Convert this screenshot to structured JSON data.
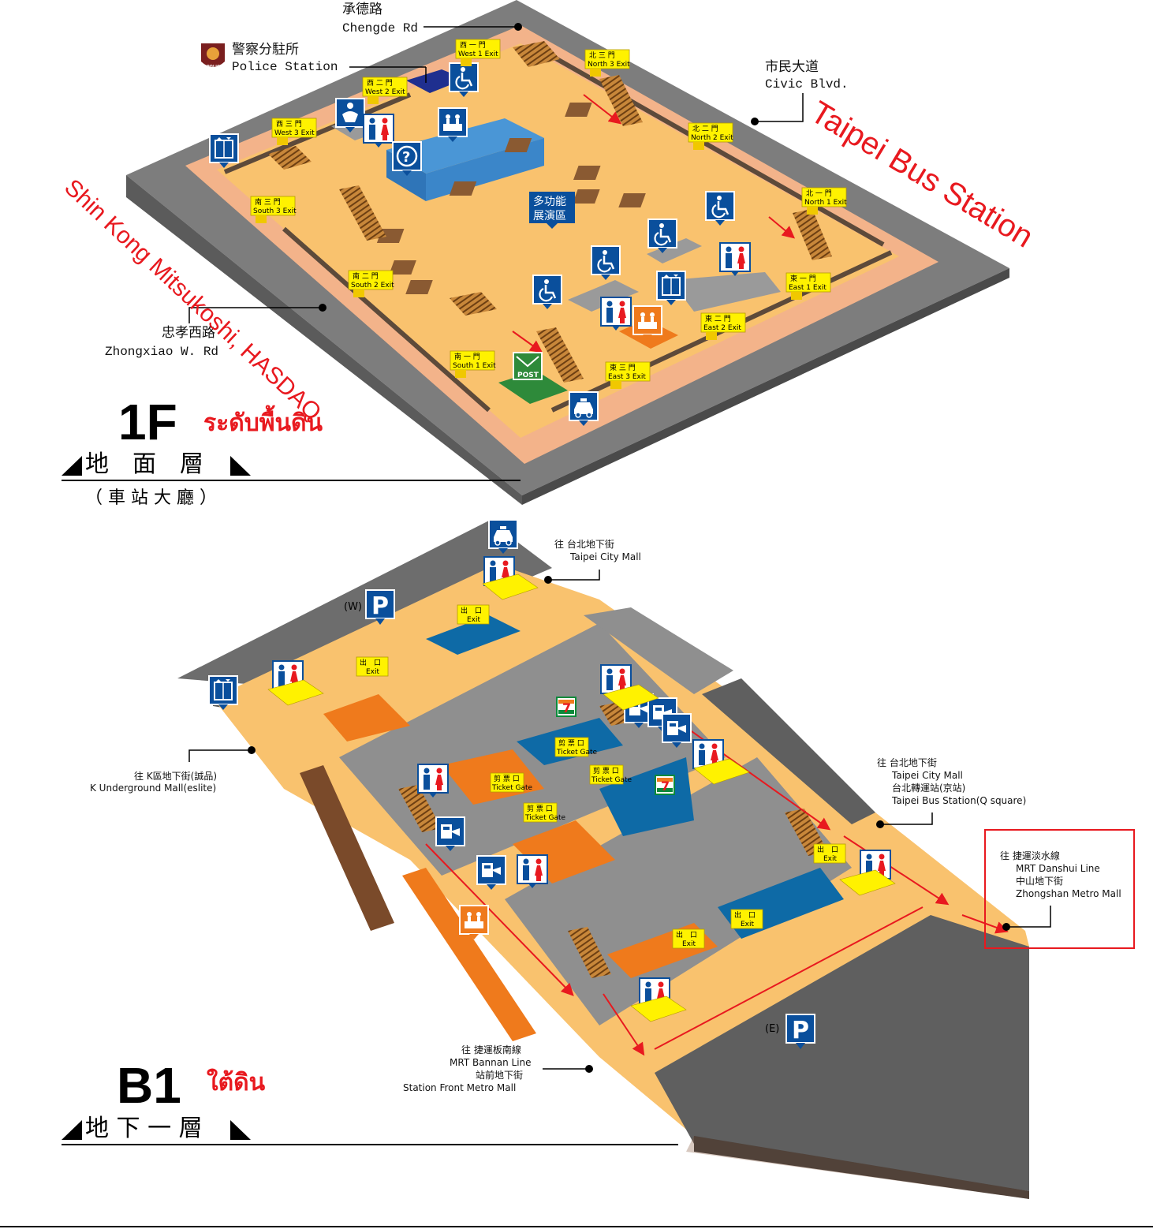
{
  "floor_1f": {
    "code": "1F",
    "thai": "ระดับพื้นดิน",
    "title_cn": "地　面　層",
    "sub_cn": "（ 車 站 大 廳 ）",
    "roads": {
      "chengde_cn": "承德路",
      "chengde_en": "Chengde Rd",
      "civic_cn": "市民大道",
      "civic_en": "Civic Blvd.",
      "zhongxiao_cn": "忠孝西路",
      "zhongxiao_en": "Zhongxiao W. Rd"
    },
    "police_cn": "警察分駐所",
    "police_en": "Police Station",
    "police_badge": "POLICE",
    "hall_cn_1": "多功能",
    "hall_cn_2": "展演區",
    "post": "POST",
    "annotations": {
      "bus_station": "Taipei Bus Station",
      "shin_kong": "Shin Kong Mitsukoshi, HASDAQ"
    },
    "exits": [
      {
        "cn": "西 一 門",
        "en": "West 1 Exit"
      },
      {
        "cn": "西 二 門",
        "en": "West 2 Exit"
      },
      {
        "cn": "西 三 門",
        "en": "West 3 Exit"
      },
      {
        "cn": "北 三 門",
        "en": "North 3 Exit"
      },
      {
        "cn": "北 二 門",
        "en": "North 2 Exit"
      },
      {
        "cn": "北 一 門",
        "en": "North 1 Exit"
      },
      {
        "cn": "南 三 門",
        "en": "South 3 Exit"
      },
      {
        "cn": "南 二 門",
        "en": "South 2 Exit"
      },
      {
        "cn": "南 一 門",
        "en": "South 1 Exit"
      },
      {
        "cn": "東 一 門",
        "en": "East 1 Exit"
      },
      {
        "cn": "東 二 門",
        "en": "East 2 Exit"
      },
      {
        "cn": "東 三 門",
        "en": "East 3 Exit"
      }
    ]
  },
  "floor_b1": {
    "code": "B1",
    "thai": "ใต้ดิน",
    "title_cn": "地 下 一 層",
    "parking_w": "(W)",
    "parking_e": "(E)",
    "parking_letter": "P",
    "exit_cn": "出　口",
    "exit_en": "Exit",
    "gate_cn": "剪 票 口",
    "gate_en": "Ticket Gate",
    "conv": "7",
    "dest": {
      "city_mall_top_cn": "往 台北地下街",
      "city_mall_top_en": "Taipei City Mall",
      "k_mall_cn": "往 K區地下街(誠品)",
      "k_mall_en": "K Underground Mall(eslite)",
      "right_1": "往 台北地下街",
      "right_2": "Taipei City Mall",
      "right_3": "台北轉運站(京站)",
      "right_4": "Taipei Bus Station(Q square)",
      "danshui_1": "往 捷運淡水線",
      "danshui_2": "MRT Danshui Line",
      "danshui_3": "中山地下街",
      "danshui_4": "Zhongshan Metro Mall",
      "bannan_1": "往 捷運板南線",
      "bannan_2": "MRT Bannan Line",
      "bannan_3": "站前地下街",
      "bannan_4": "Station Front Metro Mall"
    }
  },
  "colors": {
    "floor": "#f9c26e",
    "outer": "#f3b38a",
    "road": "#7d7d7d",
    "concourse": "#8f8f8f",
    "orange": "#ef7a1c",
    "blue": "#0e6aa6",
    "sign": "#fff200",
    "icon_blue": "#0a4f9c",
    "red": "#e8191f"
  }
}
